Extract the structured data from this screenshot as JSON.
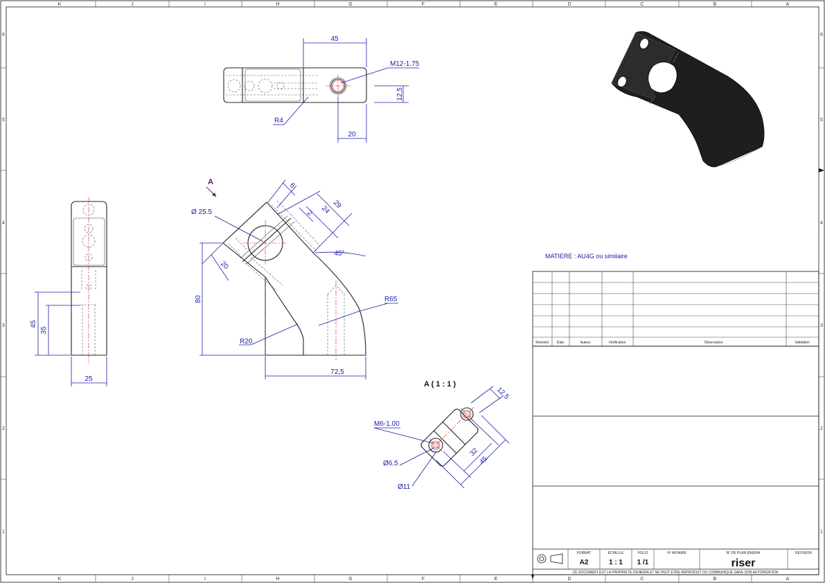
{
  "zones": {
    "columns": [
      "K",
      "J",
      "I",
      "H",
      "G",
      "F",
      "E",
      "D",
      "C",
      "B",
      "A"
    ],
    "rows": [
      "6",
      "5",
      "4",
      "3",
      "2",
      "1"
    ]
  },
  "material_note": "MATIERE : AU4G ou similaire",
  "top_view": {
    "dim_width": "45",
    "dim_thread": "M12-1.75",
    "dim_offset": "12,5",
    "dim_radius": "R4",
    "dim_bottom": "20"
  },
  "side_view": {
    "dim_height_outer": "45",
    "dim_height_inner": "35",
    "dim_width": "25"
  },
  "front_view": {
    "view_arrow_label": "A",
    "dim_bore": "Ø 25.5",
    "dim_6": "6",
    "dim_29": "29",
    "dim_24": "24",
    "dim_2": "2",
    "dim_20": "20",
    "dim_angle": "45°",
    "dim_r65": "R65",
    "dim_80": "80",
    "dim_r20": "R20",
    "dim_72": "72,5"
  },
  "detail_view": {
    "title": "A ( 1 : 1 )",
    "dim_12": "12,5",
    "dim_thread": "M6-1.00",
    "dim_32": "32",
    "dim_45": "45",
    "dim_65": "Ø6,5",
    "dim_11": "Ø11"
  },
  "revision_table": {
    "headers": [
      "Revision",
      "Date",
      "Auteur",
      "Vérification",
      "Observation",
      "Validation"
    ]
  },
  "title_block": {
    "format_label": "FORMAT",
    "format_value": "A2",
    "scale_label": "ECHELLE",
    "scale_value": "1 : 1",
    "folio_label": "FOLIO",
    "folio_value": "1 /1",
    "affaire_label": "N° AFFAIRE",
    "plan_label": "N° DE PLAN ENERIA",
    "plan_value": "riser",
    "revision_label": "REVISION",
    "footer": "CE DOCUMENT EST LA PROPRIETE D'ENERIA ET NE PEUT ETRE REPRODUIT OU COMMUNIQUE SANS SON AUTORISATION"
  }
}
